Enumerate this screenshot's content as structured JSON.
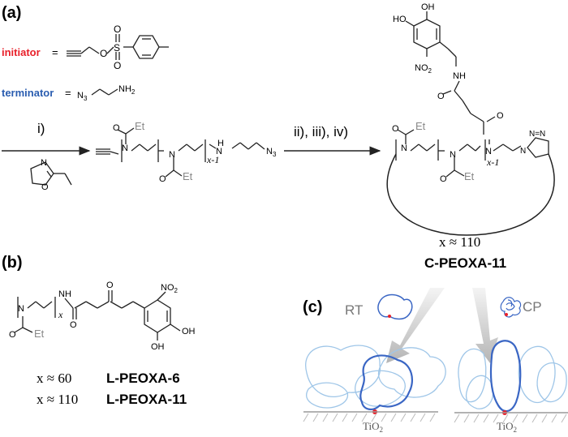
{
  "panel_a": {
    "label": "(a)",
    "initiator_label": "initiator",
    "terminator_label": "terminator",
    "equals": "=",
    "step1_label": "i)",
    "step2_label": "ii), iii), iv)",
    "atoms": {
      "N": "N",
      "O": "O",
      "S": "S",
      "NH": "NH",
      "H": "H",
      "Et": "Et",
      "N3": "N",
      "N3_sub": "3",
      "NH2": "NH",
      "NH2_sub": "2",
      "HO": "HO",
      "OH": "OH",
      "NO2": "NO",
      "NO2_sub": "2",
      "repeat_x1": "x-1",
      "triazole": "N=N"
    },
    "x_value": "x ≈ 110",
    "product_name": "C-PEOXA-11"
  },
  "panel_b": {
    "label": "(b)",
    "repeat_x": "x",
    "rows": [
      {
        "x": "x ≈ 60",
        "name": "L-PEOXA-6"
      },
      {
        "x": "x ≈ 110",
        "name": "L-PEOXA-11"
      }
    ]
  },
  "panel_c": {
    "label": "(c)",
    "rt_label": "RT",
    "cp_label": "CP",
    "substrate_left": "TiO",
    "substrate_left_sub": "2",
    "substrate_right": "TiO",
    "substrate_right_sub": "2"
  },
  "colors": {
    "initiator": "#e8202a",
    "terminator": "#2a5db0",
    "polymer_loop": "#3a66c4",
    "polymer_light": "#9fc6e8",
    "arrow_gray": "#bbbbbb",
    "surface_gray": "#999999"
  }
}
